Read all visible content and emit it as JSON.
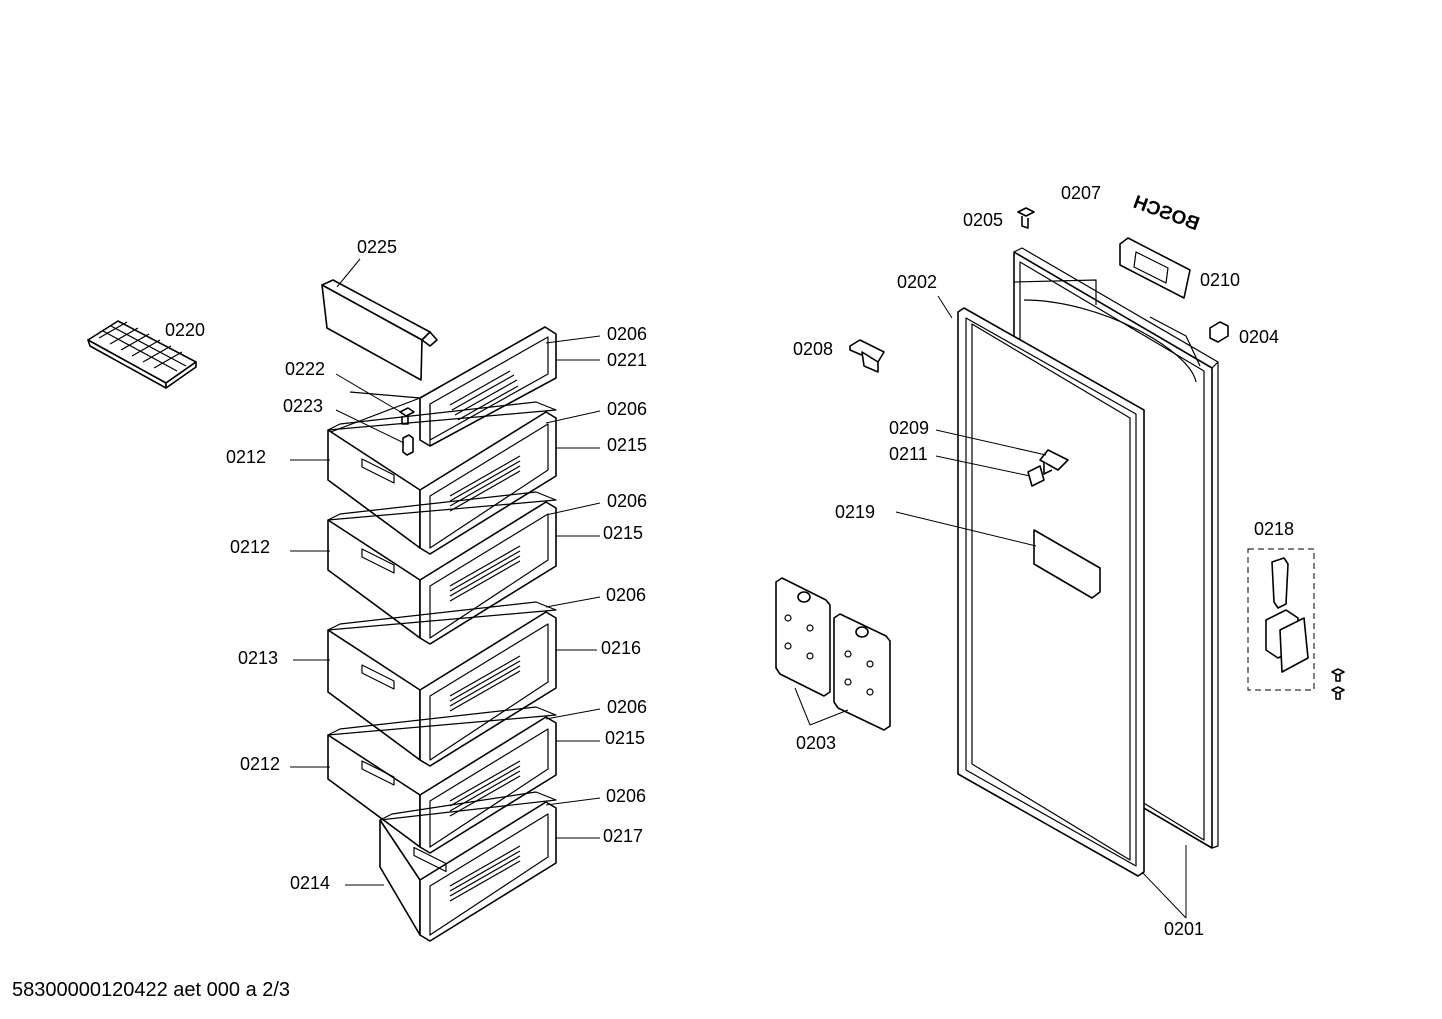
{
  "brand": {
    "logo_text": "BOSCH"
  },
  "footer": {
    "text": "58300000120422 aet 000 a 2/3"
  },
  "labels": {
    "l0201": "0201",
    "l0202": "0202",
    "l0203": "0203",
    "l0204": "0204",
    "l0205": "0205",
    "l0207": "0207",
    "l0208": "0208",
    "l0209": "0209",
    "l0210": "0210",
    "l0211": "0211",
    "l0218": "0218",
    "l0219": "0219",
    "l0225": "0225",
    "l0220": "0220",
    "l0222": "0222",
    "l0223": "0223",
    "l0212": "0212",
    "l0213": "0213",
    "l0214": "0214",
    "l0206": "0206",
    "l0221": "0221",
    "l0215": "0215",
    "l0216": "0216",
    "l0217": "0217"
  }
}
